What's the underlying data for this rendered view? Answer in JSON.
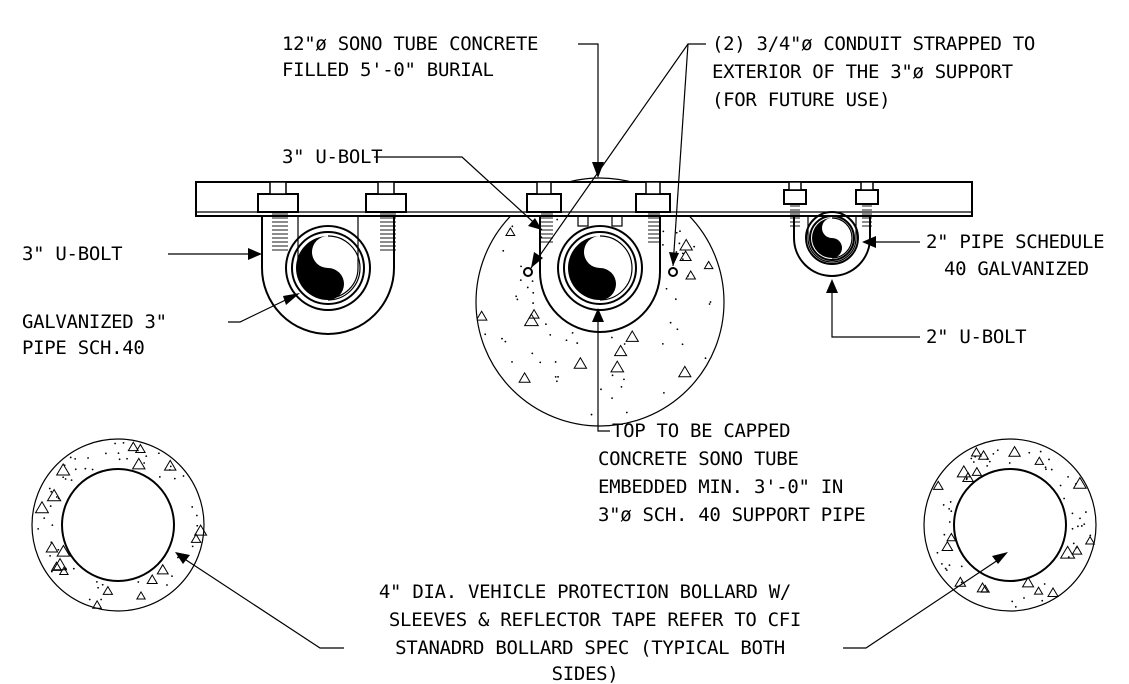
{
  "labels": {
    "sono_tube": [
      "12\"ø SONO TUBE CONCRETE",
      "FILLED 5'-0\" BURIAL"
    ],
    "conduit": [
      "(2) 3/4\"ø CONDUIT STRAPPED TO",
      "EXTERIOR OF THE 3\"ø SUPPORT",
      "(FOR FUTURE USE)"
    ],
    "ubolt_3_center": "3\" U-BOLT",
    "ubolt_3_left": "3\" U-BOLT",
    "galv_pipe": [
      "GALVANIZED 3\"",
      "PIPE SCH.40"
    ],
    "pipe_2": [
      "2\" PIPE SCHEDULE",
      "40 GALVANIZED"
    ],
    "ubolt_2": "2\" U-BOLT",
    "cap_note": [
      "TOP TO BE CAPPED",
      "CONCRETE SONO TUBE",
      "EMBEDDED MIN. 3'-0\" IN",
      "3\"ø SCH. 40 SUPPORT PIPE"
    ],
    "bollard_note": [
      "4\" DIA. VEHICLE PROTECTION BOLLARD W/",
      "SLEEVES & REFLECTOR TAPE REFER TO CFI",
      "STANADRD BOLLARD SPEC (TYPICAL BOTH",
      "SIDES)"
    ]
  }
}
